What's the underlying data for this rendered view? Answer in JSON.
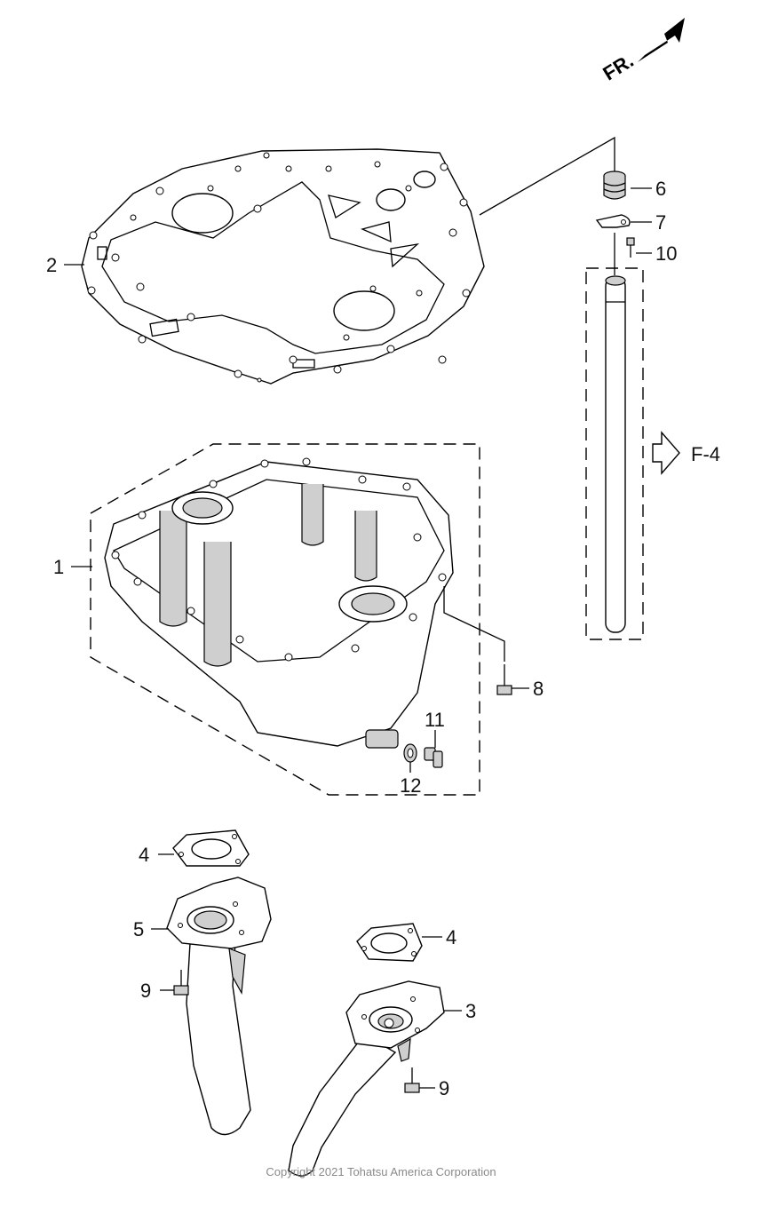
{
  "direction_marker": {
    "text": "FR."
  },
  "reference": {
    "text": "F-4"
  },
  "callouts": {
    "c1": "1",
    "c2": "2",
    "c3": "3",
    "c4a": "4",
    "c4b": "4",
    "c5": "5",
    "c6": "6",
    "c7": "7",
    "c8": "8",
    "c9a": "9",
    "c9b": "9",
    "c10": "10",
    "c11": "11",
    "c12": "12"
  },
  "copyright": "Copyright 2021 Tohatsu America Corporation"
}
